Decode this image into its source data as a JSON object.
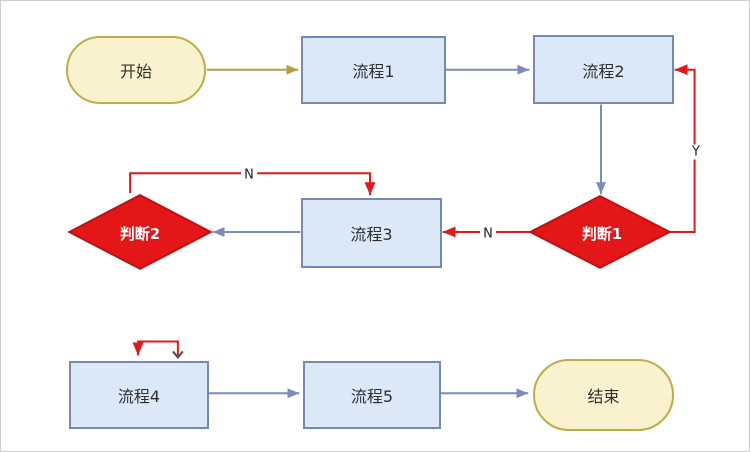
{
  "diagram": {
    "type": "flowchart",
    "nodes": {
      "start": {
        "label": "开始",
        "shape": "stadium"
      },
      "p1": {
        "label": "流程1",
        "shape": "process"
      },
      "p2": {
        "label": "流程2",
        "shape": "process"
      },
      "d1": {
        "label": "判断1",
        "shape": "decision"
      },
      "p3": {
        "label": "流程3",
        "shape": "process"
      },
      "d2": {
        "label": "判断2",
        "shape": "decision"
      },
      "p4": {
        "label": "流程4",
        "shape": "process"
      },
      "p5": {
        "label": "流程5",
        "shape": "process"
      },
      "end": {
        "label": "结束",
        "shape": "stadium"
      }
    },
    "edges": [
      {
        "from": "start",
        "to": "p1",
        "label": "",
        "color": "olive"
      },
      {
        "from": "p1",
        "to": "p2",
        "label": "",
        "color": "blue"
      },
      {
        "from": "p2",
        "to": "d1",
        "label": "",
        "color": "blue"
      },
      {
        "from": "d1",
        "to": "p3",
        "label": "N",
        "color": "red"
      },
      {
        "from": "p3",
        "to": "d2",
        "label": "",
        "color": "blue"
      },
      {
        "from": "d2",
        "to": "p3",
        "label": "N",
        "color": "red"
      },
      {
        "from": "d1",
        "to": "p2",
        "label": "Y",
        "color": "red"
      },
      {
        "from": "p4",
        "to": "p4",
        "label": "",
        "color": "red"
      },
      {
        "from": "p4",
        "to": "p5",
        "label": "",
        "color": "blue"
      },
      {
        "from": "p5",
        "to": "end",
        "label": "",
        "color": "blue"
      }
    ]
  },
  "colors": {
    "background": "#ffffff",
    "canvas_border": "#cfcfcf",
    "process_fill": "#dbe8f8",
    "process_border": "#7788b4",
    "terminal_fill": "#faf2cf",
    "terminal_border": "#bcae45",
    "decision_fill": "#e31717",
    "decision_border": "#c21010",
    "decision_text": "#ffffff",
    "edge_blue": "#7b8cb8",
    "edge_red": "#e51717",
    "edge_olive": "#b3a042",
    "edge_label_text": "#222222",
    "node_text": "#2f2f2f"
  }
}
